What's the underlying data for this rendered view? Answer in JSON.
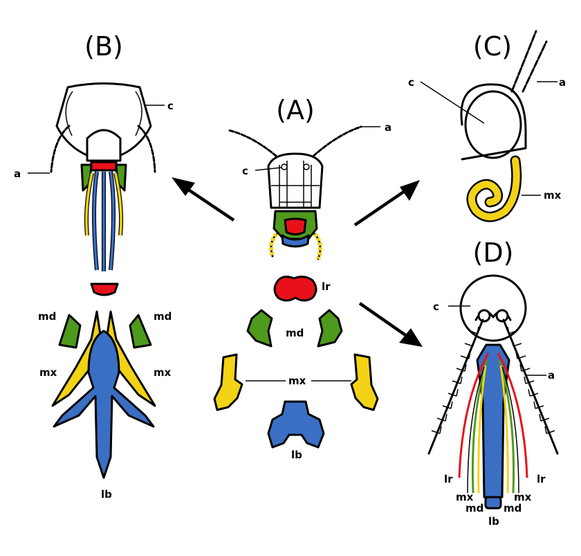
{
  "colors": {
    "labrum": "#e8111a",
    "mandible": "#4e9a1d",
    "maxilla": "#f2d316",
    "labium": "#3a6fc4",
    "outline": "#000000",
    "background": "#ffffff"
  },
  "panels": {
    "A": {
      "title": "(A)",
      "labels": {
        "a": "a",
        "c": "c",
        "lr": "lr",
        "md": "md",
        "mx": "mx",
        "lb": "lb"
      }
    },
    "B": {
      "title": "(B)",
      "labels": {
        "c": "c",
        "a": "a",
        "md_left": "md",
        "md_right": "md",
        "mx_left": "mx",
        "mx_right": "mx",
        "lb": "lb"
      }
    },
    "C": {
      "title": "(C)",
      "labels": {
        "c": "c",
        "a": "a",
        "mx": "mx"
      }
    },
    "D": {
      "title": "(D)",
      "labels": {
        "c": "c",
        "a": "a",
        "lr_left": "lr",
        "lr_right": "lr",
        "mx_left": "mx",
        "mx_right": "mx",
        "md_left": "md",
        "md_right": "md",
        "lb": "lb"
      }
    }
  }
}
